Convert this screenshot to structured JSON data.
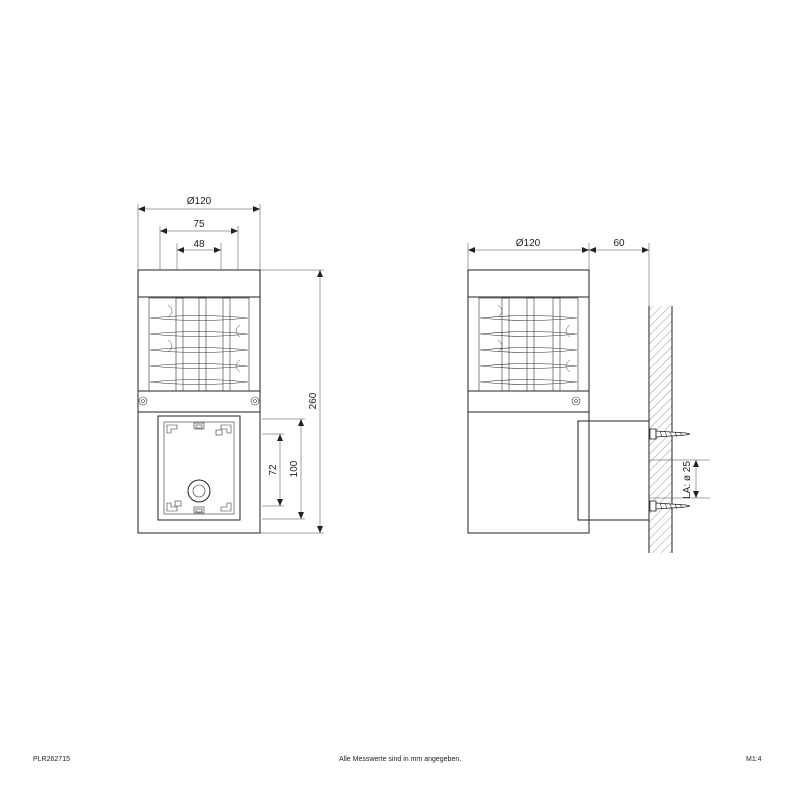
{
  "drawing": {
    "front_view": {
      "dim_diameter": "Ø120",
      "dim_75": "75",
      "dim_48": "48",
      "dim_260": "260",
      "dim_100": "100",
      "dim_72": "72"
    },
    "side_view": {
      "dim_diameter": "Ø120",
      "dim_60": "60",
      "dim_la": "LA: ø 25"
    }
  },
  "footer": {
    "article_number": "PLR262715",
    "note": "Alle Messwerte sind in mm angegeben.",
    "scale": "M1:4"
  }
}
